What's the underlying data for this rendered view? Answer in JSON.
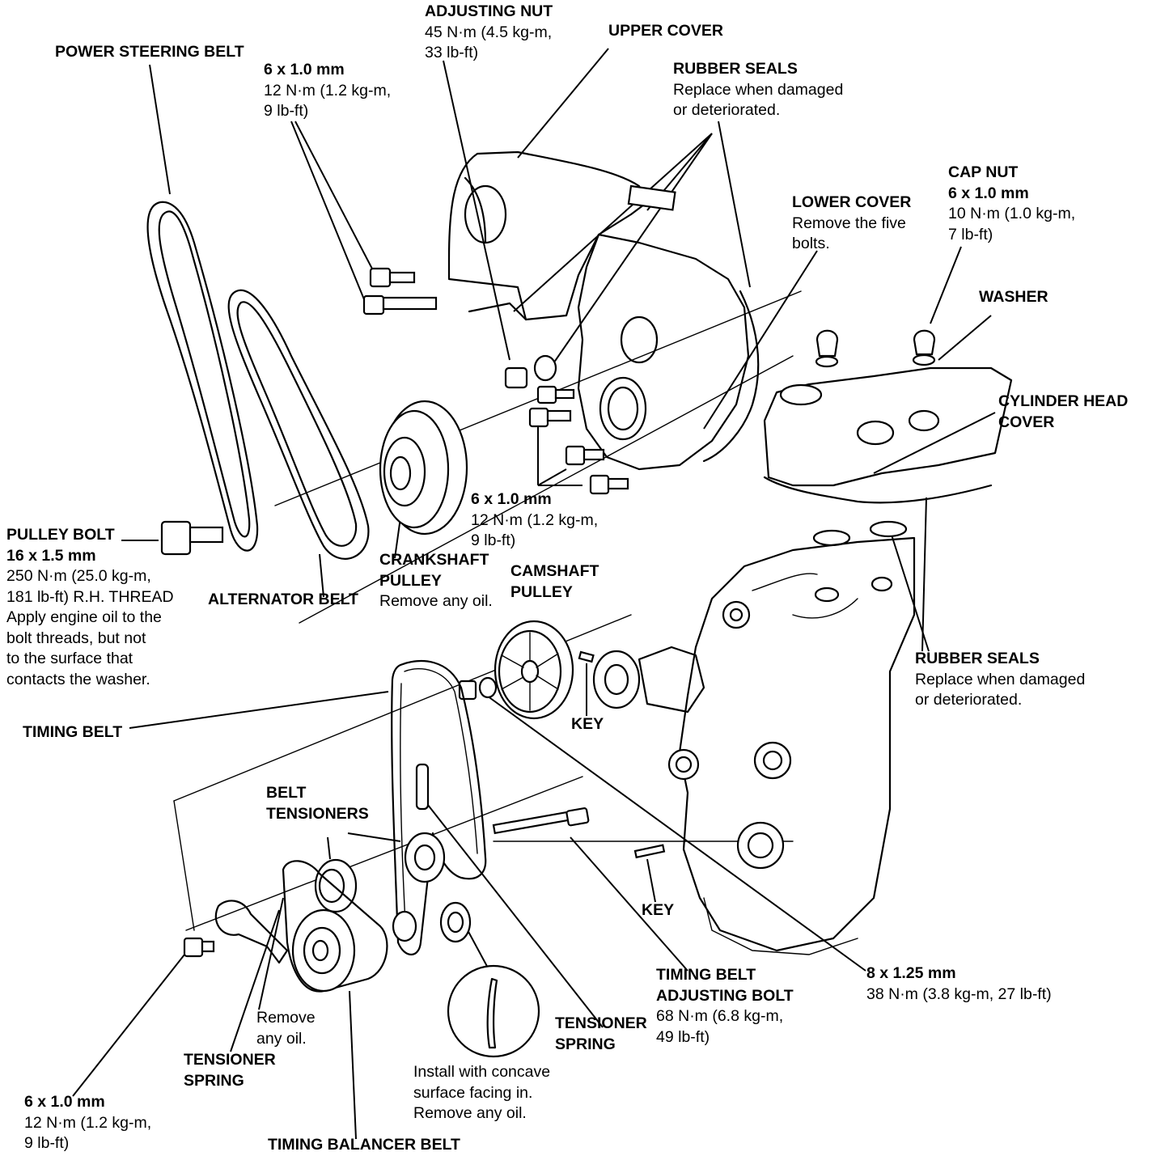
{
  "labels": {
    "power_steering_belt": {
      "lines": [
        "POWER STEERING BELT"
      ]
    },
    "bolt_6x1_top": {
      "lines": [
        "6 x 1.0 mm",
        "12 N·m (1.2 kg-m,",
        "9 lb-ft)"
      ]
    },
    "adjusting_nut": {
      "lines": [
        "ADJUSTING NUT",
        "45 N·m (4.5 kg-m,",
        "33 lb-ft)"
      ]
    },
    "upper_cover": {
      "lines": [
        "UPPER COVER"
      ]
    },
    "rubber_seals_top": {
      "lines": [
        "RUBBER SEALS",
        "Replace when damaged",
        "or deteriorated."
      ]
    },
    "cap_nut": {
      "lines": [
        "CAP NUT",
        "6 x 1.0 mm",
        "10 N·m (1.0 kg-m,",
        "7 lb-ft)"
      ]
    },
    "lower_cover": {
      "lines": [
        "LOWER COVER",
        "Remove the five",
        "bolts."
      ]
    },
    "washer": {
      "lines": [
        "WASHER"
      ]
    },
    "cylinder_head_cover": {
      "lines": [
        "CYLINDER HEAD",
        "COVER"
      ]
    },
    "bolt_6x1_mid": {
      "lines": [
        "6 x 1.0 mm",
        "12 N·m (1.2 kg-m,",
        "9 lb-ft)"
      ]
    },
    "pulley_bolt": {
      "lines": [
        "PULLEY BOLT",
        "16 x 1.5 mm",
        "250 N·m (25.0 kg-m,",
        "181 lb-ft) R.H. THREAD",
        "Apply engine oil to the",
        "bolt threads, but not",
        "to the surface that",
        "contacts the washer."
      ]
    },
    "alternator_belt": {
      "lines": [
        "ALTERNATOR BELT"
      ]
    },
    "crankshaft_pulley": {
      "lines": [
        "CRANKSHAFT",
        "PULLEY",
        "Remove any oil."
      ]
    },
    "camshaft_pulley": {
      "lines": [
        "CAMSHAFT",
        "PULLEY"
      ]
    },
    "rubber_seals_bottom": {
      "lines": [
        "RUBBER SEALS",
        "Replace when damaged",
        "or deteriorated."
      ]
    },
    "key_top": {
      "lines": [
        "KEY"
      ]
    },
    "timing_belt": {
      "lines": [
        "TIMING BELT"
      ]
    },
    "belt_tensioners": {
      "lines": [
        "BELT",
        "TENSIONERS"
      ]
    },
    "key_bottom": {
      "lines": [
        "KEY"
      ]
    },
    "bolt_8x125": {
      "lines": [
        "8 x 1.25 mm",
        "38 N·m (3.8 kg-m, 27 lb-ft)"
      ]
    },
    "timing_belt_adjusting_bolt": {
      "lines": [
        "TIMING BELT",
        "ADJUSTING BOLT",
        "68 N·m (6.8 kg-m,",
        "49 lb-ft)"
      ]
    },
    "tensioner_spring_right": {
      "lines": [
        "TENSIONER",
        "SPRING"
      ]
    },
    "remove_any_oil": {
      "lines": [
        "Remove",
        "any oil."
      ]
    },
    "tensioner_spring_left": {
      "lines": [
        "TENSIONER",
        "SPRING"
      ]
    },
    "install_concave": {
      "lines": [
        "Install with concave",
        "surface facing in.",
        "Remove any oil."
      ]
    },
    "bolt_6x1_bottom": {
      "lines": [
        "6 x 1.0 mm",
        "12 N·m (1.2 kg-m,",
        "9 lb-ft)"
      ]
    },
    "timing_balancer_belt": {
      "lines": [
        "TIMING BALANCER BELT"
      ]
    }
  }
}
